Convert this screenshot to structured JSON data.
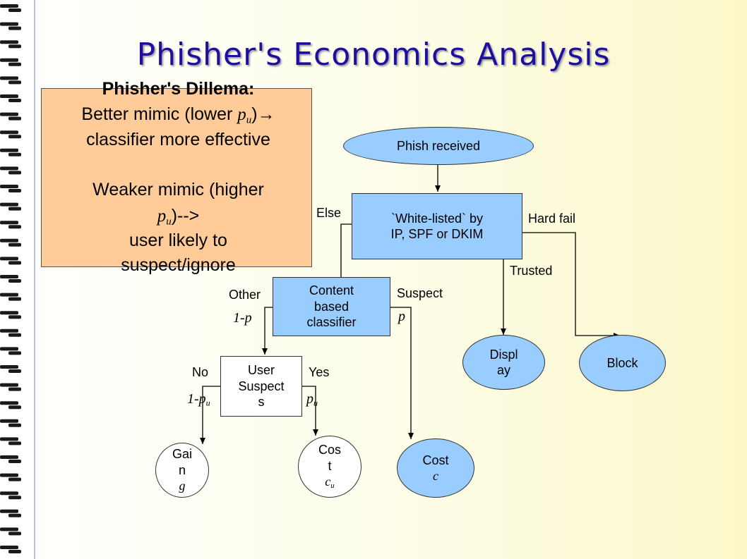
{
  "slide": {
    "title": "Phisher's Economics Analysis",
    "dilemma": {
      "heading": "Phisher's Dillema:",
      "line1_a": "Better mimic (lower ",
      "line1_var": "p",
      "line1_sub": "u",
      "line1_b": ")",
      "arrow": "→",
      "line2": "classifier more effective",
      "line3": "Weaker mimic (higher",
      "line4_var": "p",
      "line4_sub": "u",
      "line4_b": ")-->",
      "line5": "user likely to",
      "line6": "suspect/ignore"
    }
  },
  "flowchart": {
    "nodes": {
      "phish_received": "Phish received",
      "whitelist_line1": "`White-listed` by",
      "whitelist_line2": "IP, SPF or DKIM",
      "classifier_line1": "Content",
      "classifier_line2": "based",
      "classifier_line3": "classifier",
      "user_line1": "User",
      "user_line2": "Suspect",
      "user_line3": "s",
      "display_line1": "Displ",
      "display_line2": "ay",
      "block": "Block",
      "gain_line1": "Gai",
      "gain_line2": "n",
      "gain_var": "g",
      "cost_u_line1": "Cos",
      "cost_u_line2": "t",
      "cost_u_var": "c",
      "cost_u_sub": "u",
      "cost_line1": "Cost",
      "cost_var": "c"
    },
    "edge_labels": {
      "else": "Else",
      "hard_fail": "Hard fail",
      "trusted": "Trusted",
      "other": "Other",
      "suspect": "Suspect",
      "other_prob": "1-p",
      "suspect_prob": "p",
      "no": "No",
      "yes": "Yes",
      "no_prob_prefix": "1-p",
      "no_prob_sub": "u",
      "yes_prob_var": "p",
      "yes_prob_sub": "u"
    },
    "colors": {
      "node_fill": "#99ccff",
      "dilemma_fill": "#ffcc99",
      "title_color": "#1d0fa0"
    }
  }
}
